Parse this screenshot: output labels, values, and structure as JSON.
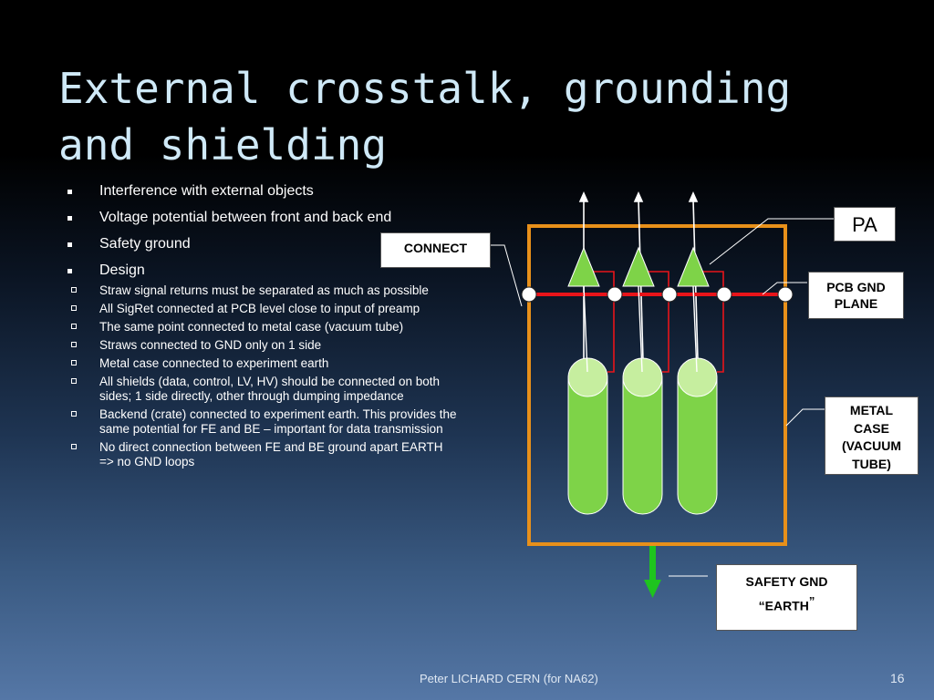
{
  "slide": {
    "title_line1": "External crosstalk, grounding",
    "title_line2": "and shielding",
    "footer": "Peter LICHARD CERN (for NA62)",
    "page_number": "16"
  },
  "bullets": [
    {
      "text": "Interference with external objects"
    },
    {
      "text": "Voltage potential between front and back end"
    },
    {
      "text": "Safety ground"
    },
    {
      "text": "Design"
    }
  ],
  "sub_bullets": [
    {
      "text": "Straw signal returns must be separated as much as possible"
    },
    {
      "text": "All SigRet connected at PCB level close to input of preamp"
    },
    {
      "text": "The same point connected to metal case (vacuum tube)"
    },
    {
      "text": "Straws connected to GND only on 1 side"
    },
    {
      "text": "Metal case connected to experiment earth"
    },
    {
      "text": "All shields (data, control, LV, HV) should be connected on both sides; 1 side directly, other through dumping impedance"
    },
    {
      "text": "Backend (crate) connected to experiment earth. This provides the same potential for FE and BE – important for data transmission"
    },
    {
      "text": "No direct connection between FE and BE ground apart EARTH => no GND loops"
    }
  ],
  "diagram": {
    "labels": {
      "connect": "CONNECT",
      "pa": "PA",
      "pcb_gnd_line1": "PCB GND",
      "pcb_gnd_line2": "PLANE",
      "metal_case_line1": "METAL",
      "metal_case_line2": "CASE",
      "metal_case_line3": "(VACUUM",
      "metal_case_line4": "TUBE)",
      "safety_gnd_line1": "SAFETY GND",
      "safety_gnd_line2": "“EARTH",
      "safety_gnd_quote": "”"
    },
    "colors": {
      "case_border": "#e8901a",
      "gnd_plane": "#e8141a",
      "straw": "#7ed348",
      "straw_top": "#c6ee9f",
      "amplifier": "#7ed348",
      "earth_arrow": "#1ec41e"
    }
  }
}
